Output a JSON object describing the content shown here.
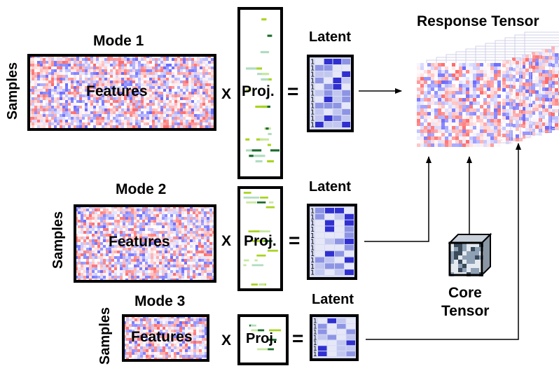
{
  "labels": {
    "response_tensor": "Response Tensor",
    "core_tensor_line1": "Core",
    "core_tensor_line2": "Tensor",
    "samples": "Samples",
    "features": "Features",
    "times": "X",
    "proj": "Proj.",
    "equals": "=",
    "latent": "Latent",
    "latent_index": "1"
  },
  "modes": [
    {
      "title": "Mode 1"
    },
    {
      "title": "Mode 2"
    },
    {
      "title": "Mode 3"
    }
  ],
  "colors": {
    "frame": "#000000",
    "heat_red": "#e05a5a",
    "heat_blue": "#5a5ae0",
    "latent_blue": "#3030d0",
    "proj_green_dark": "#1a6b2a",
    "proj_green_light": "#a8d420",
    "core_dark": "#3a4a5a"
  }
}
